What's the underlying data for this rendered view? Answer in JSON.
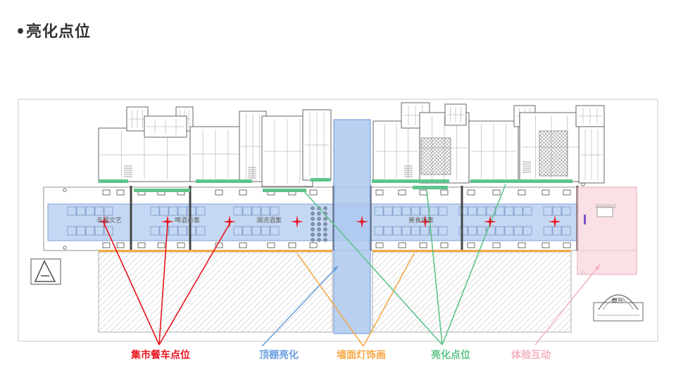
{
  "slide": {
    "title": "•亮化点位"
  },
  "plan": {
    "zone_labels": [
      "非遗文艺",
      "啤酒市集",
      "潮流酒集",
      "美食市集"
    ],
    "stage_label": "舞台",
    "legend": [
      {
        "label": "集市餐车点位",
        "color": "#e8141e"
      },
      {
        "label": "顶棚亮化",
        "color": "#6aa0e0"
      },
      {
        "label": "墙面灯饰画",
        "color": "#f5a94a"
      },
      {
        "label": "亮化点位",
        "color": "#5ec48a"
      },
      {
        "label": "体验互动",
        "color": "#f4b2c0"
      }
    ]
  }
}
